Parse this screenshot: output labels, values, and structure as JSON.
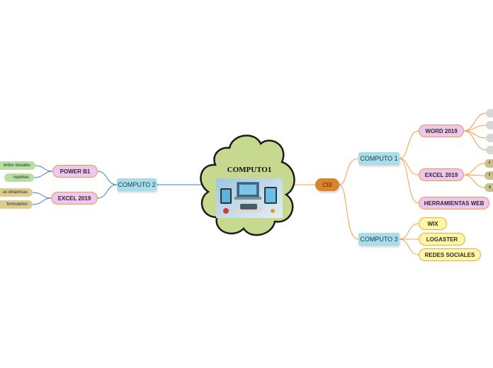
{
  "central": {
    "title": "COMPUTO1",
    "image": "devices-illustration"
  },
  "left": {
    "branch": "COMPUTO 2",
    "power_bi": {
      "label": "POWER B1",
      "children": [
        "entos visuales",
        "reportes"
      ]
    },
    "excel": {
      "label": "EXCEL 2019",
      "children": [
        "as dinamicas",
        "formularios"
      ]
    }
  },
  "right": {
    "cis": "CIS",
    "computo1": {
      "label": "COMPUTO 1",
      "word": {
        "label": "WORD 2019",
        "children": [
          "",
          "",
          "",
          ""
        ]
      },
      "excel": {
        "label": "EXCEL 2019",
        "children": [
          "f",
          "f",
          "c"
        ]
      },
      "herramientas": "HERRAMIENTAS WEB"
    },
    "computo3": {
      "label": "COMPUTO 3",
      "children": [
        "WIX",
        "LOGASTER",
        "REDES SOCIALES"
      ]
    }
  },
  "colors": {
    "link_blue": "#3f7fc4",
    "link_orange": "#f0a04b",
    "cloud_fill": "#c6d98f",
    "main_node": "#a8dde9",
    "pink_node": "#eec6ef",
    "yellow_node": "#fff6a6",
    "cis_node": "#d9832e"
  }
}
